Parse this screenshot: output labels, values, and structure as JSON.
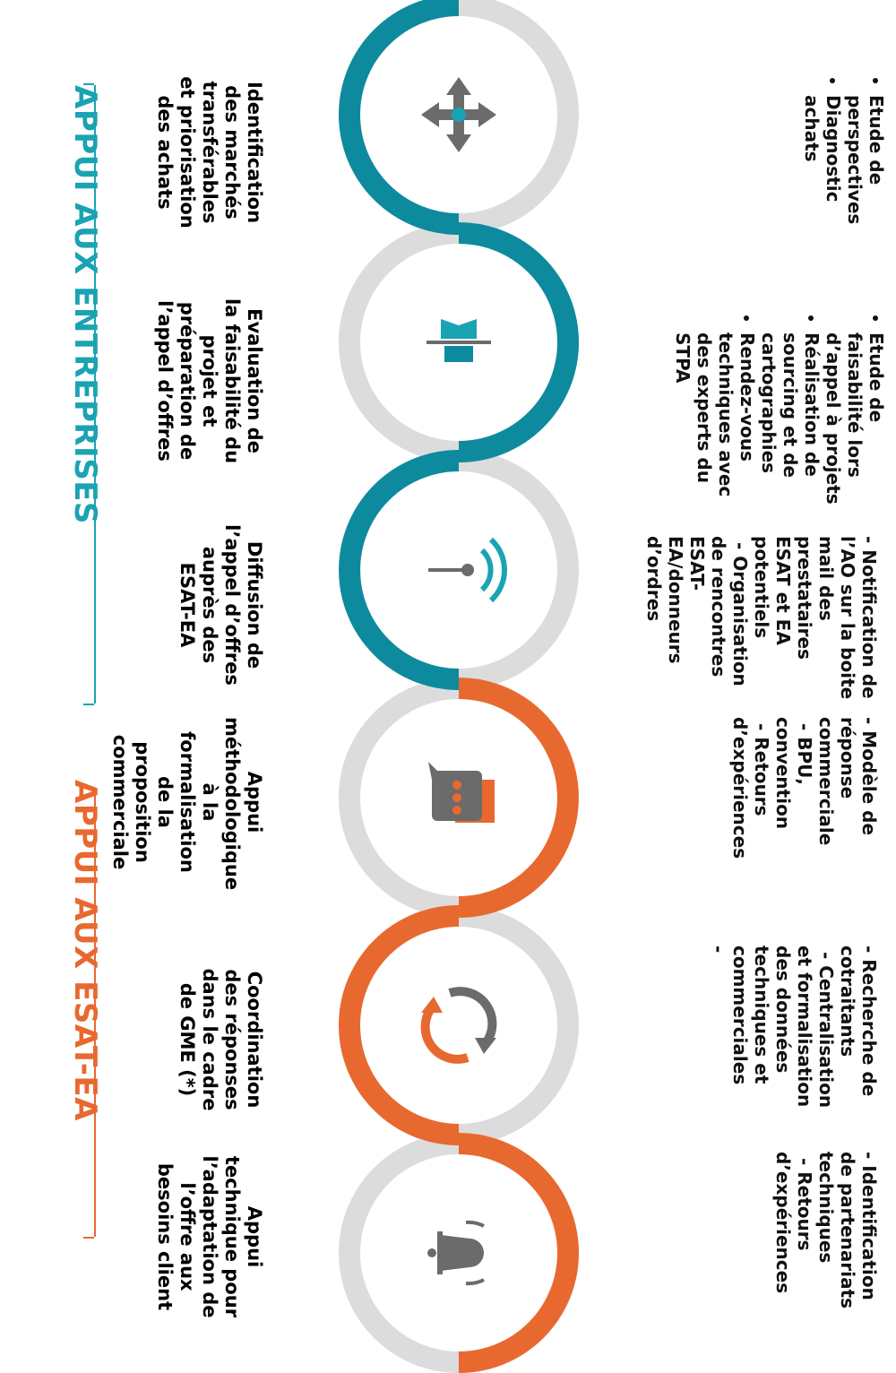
{
  "colors": {
    "teal": "#0e8a9e",
    "teal_light": "#1aa3b3",
    "orange": "#e8692f",
    "grey_ring": "#dcdcdc",
    "icon_grey": "#6b6b6b"
  },
  "sections": {
    "entreprises": {
      "title": "APPUI AUX ENTREPRISES"
    },
    "esat": {
      "title": "APPUI AUX ESAT-EA"
    }
  },
  "stages": [
    {
      "label": "Identification des marchés transférables et priorisation des achats",
      "icon": "move-arrows-icon",
      "color": "teal",
      "description": {
        "type": "bullets",
        "items": [
          "Etude de perspectives",
          "Diagnostic achats"
        ]
      }
    },
    {
      "label": "Evaluation de la faisabilité du projet et préparation de l’appel d’offres",
      "icon": "balance-bookmark-icon",
      "color": "teal",
      "description": {
        "type": "bullets",
        "items": [
          "Etude de faisabilité lors d’appel à projets",
          "Réalisation de sourcing et de cartographies",
          "Rendez-vous techniques avec des experts du STPA"
        ]
      }
    },
    {
      "label": "Diffusion de l’appel d’offres auprès des ESAT-EA",
      "icon": "broadcast-icon",
      "color": "teal",
      "description": {
        "type": "lines",
        "lines": [
          "- Notification de l’AO sur la boite mail des prestataires ESAT et EA potentiels",
          " - Organisation de rencontres ESAT-EA/donneurs d’ordres"
        ]
      }
    },
    {
      "label": "Appui méthodologique à la formalisation de la proposition commerciale",
      "icon": "chat-bubble-icon",
      "color": "orange",
      "description": {
        "type": "lines",
        "lines": [
          "- Modèle de réponse commerciale",
          " - BPU, convention",
          " - Retours d’expériences"
        ]
      }
    },
    {
      "label": "Coordination des réponses dans le cadre de GME (*)",
      "icon": "refresh-arrows-icon",
      "color": "orange",
      "description": {
        "type": "lines",
        "lines": [
          "- Recherche de cotraitants",
          " - Centralisation et formalisation des données techniques et commerciales",
          "-"
        ]
      }
    },
    {
      "label": "Appui technique pour l’adaptation de l’offre aux besoins client",
      "icon": "bell-icon",
      "color": "orange",
      "description": {
        "type": "lines",
        "lines": [
          "- Identification de partenariats techniques",
          " - Retours d’expériences"
        ]
      }
    }
  ]
}
